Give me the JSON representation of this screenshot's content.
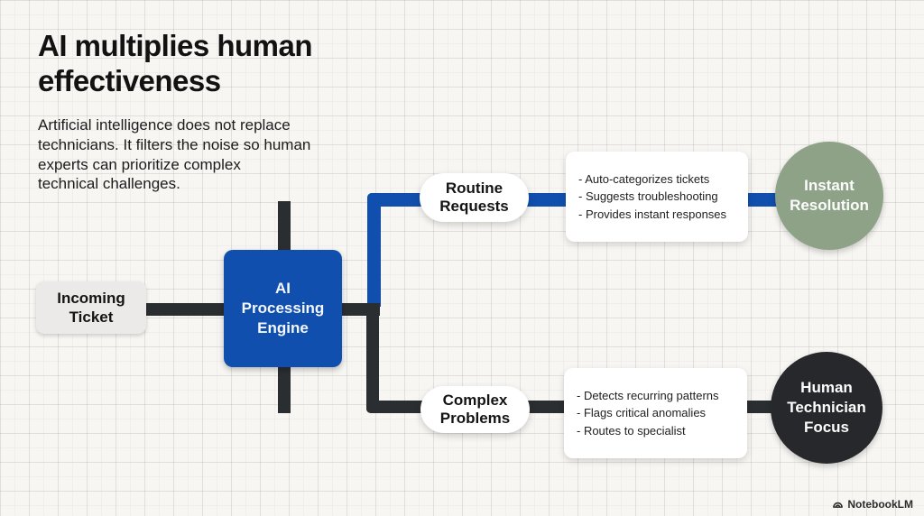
{
  "colors": {
    "background": "#f7f6f3",
    "accent_blue": "#114fae",
    "sage_green": "#8da287",
    "dark_charcoal": "#26282b",
    "connector_dark": "#2b2e31",
    "node_gray": "#ebeae8"
  },
  "header": {
    "title": "AI multiplies human\neffectiveness",
    "subtitle": "Artificial intelligence does not replace\ntechnicians. It filters the noise so human\nexperts can prioritize complex\ntechnical challenges."
  },
  "diagram": {
    "incoming_ticket_label": "Incoming\nTicket",
    "engine_label": "AI\nProcessing\nEngine",
    "routine_label": "Routine\nRequests",
    "complex_label": "Complex\nProblems",
    "routine_card": {
      "lines": {
        "0": "- Auto-categorizes tickets",
        "1": "- Suggests troubleshooting",
        "2": "- Provides instant responses"
      }
    },
    "complex_card": {
      "lines": {
        "0": "- Detects recurring patterns",
        "1": "- Flags critical anomalies",
        "2": "- Routes to specialist"
      }
    },
    "instant_resolution_label": "Instant\nResolution",
    "human_focus_label": "Human\nTechnician\nFocus"
  },
  "watermark": {
    "label": "NotebookLM"
  }
}
